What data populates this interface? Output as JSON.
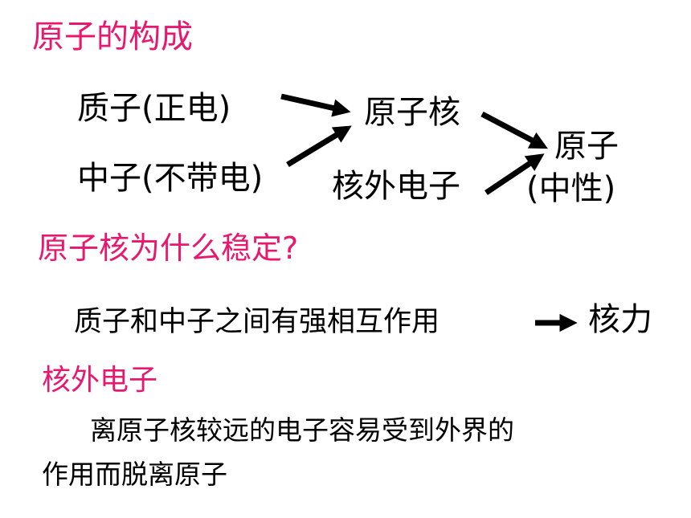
{
  "section1": {
    "title": "原子的构成",
    "proton": "质子(正电)",
    "neutron": "中子(不带电)",
    "nucleus": "原子核",
    "electrons": "核外电子",
    "atom": "原子",
    "atom_charge": "(中性)"
  },
  "section2": {
    "title": "原子核为什么稳定?",
    "statement": "质子和中子之间有强相互作用",
    "result": "核力"
  },
  "section3": {
    "title": "核外电子",
    "text_line1": "离原子核较远的电子容易受到外界的",
    "text_line2": "作用而脱离原子"
  },
  "colors": {
    "heading": "#E8186E",
    "body": "#000000",
    "background": "#FFFFFF"
  }
}
